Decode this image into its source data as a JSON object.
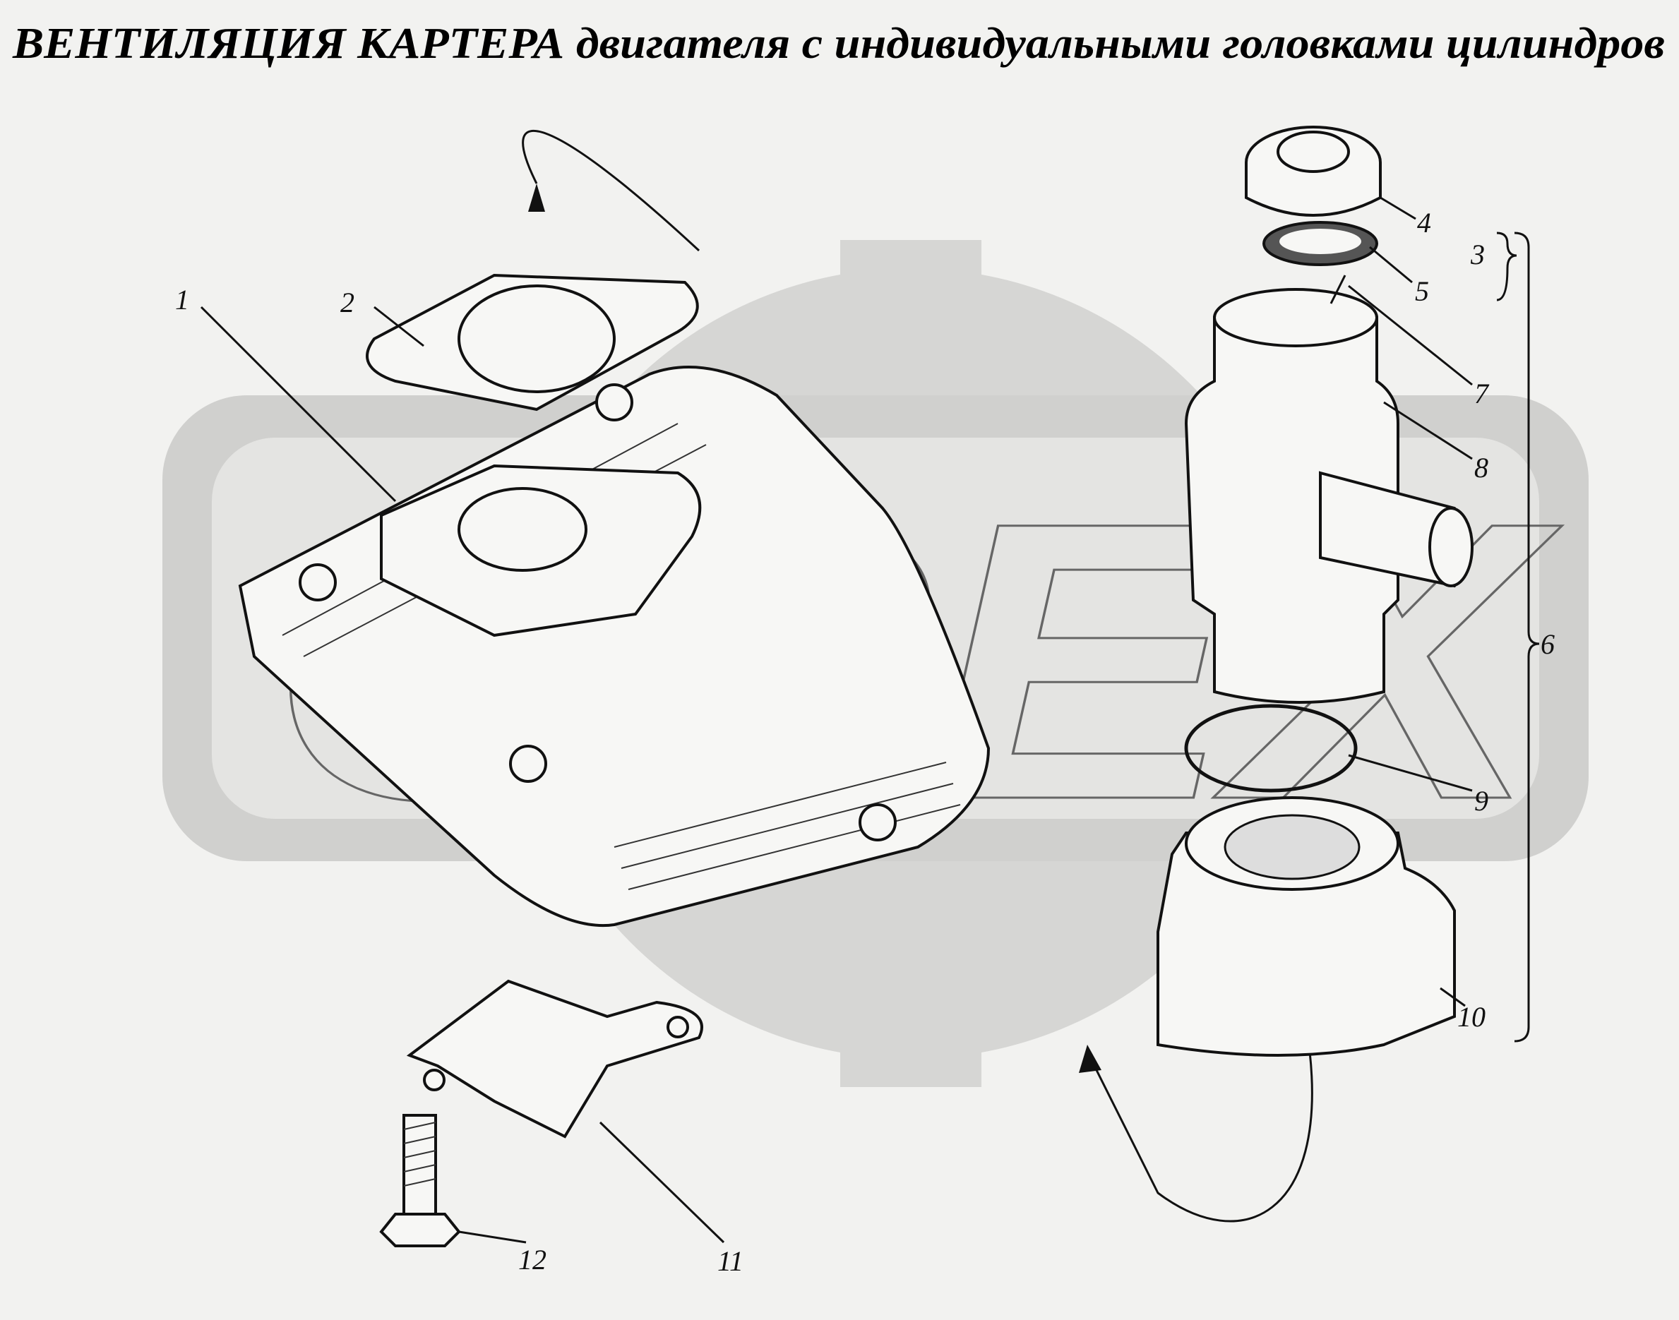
{
  "title": "ВЕНТИЛЯЦИЯ КАРТЕРА двигателя с индивидуальными головками цилиндров",
  "watermark": "OPEX",
  "callouts": {
    "c1": "1",
    "c2": "2",
    "c3": "3",
    "c4": "4",
    "c5": "5",
    "c6": "6",
    "c7": "7",
    "c8": "8",
    "c9": "9",
    "c10": "10",
    "c11": "11",
    "c12": "12"
  },
  "colors": {
    "background": "#f2f2f0",
    "watermark": "#d4d4d2",
    "ink": "#111111"
  }
}
